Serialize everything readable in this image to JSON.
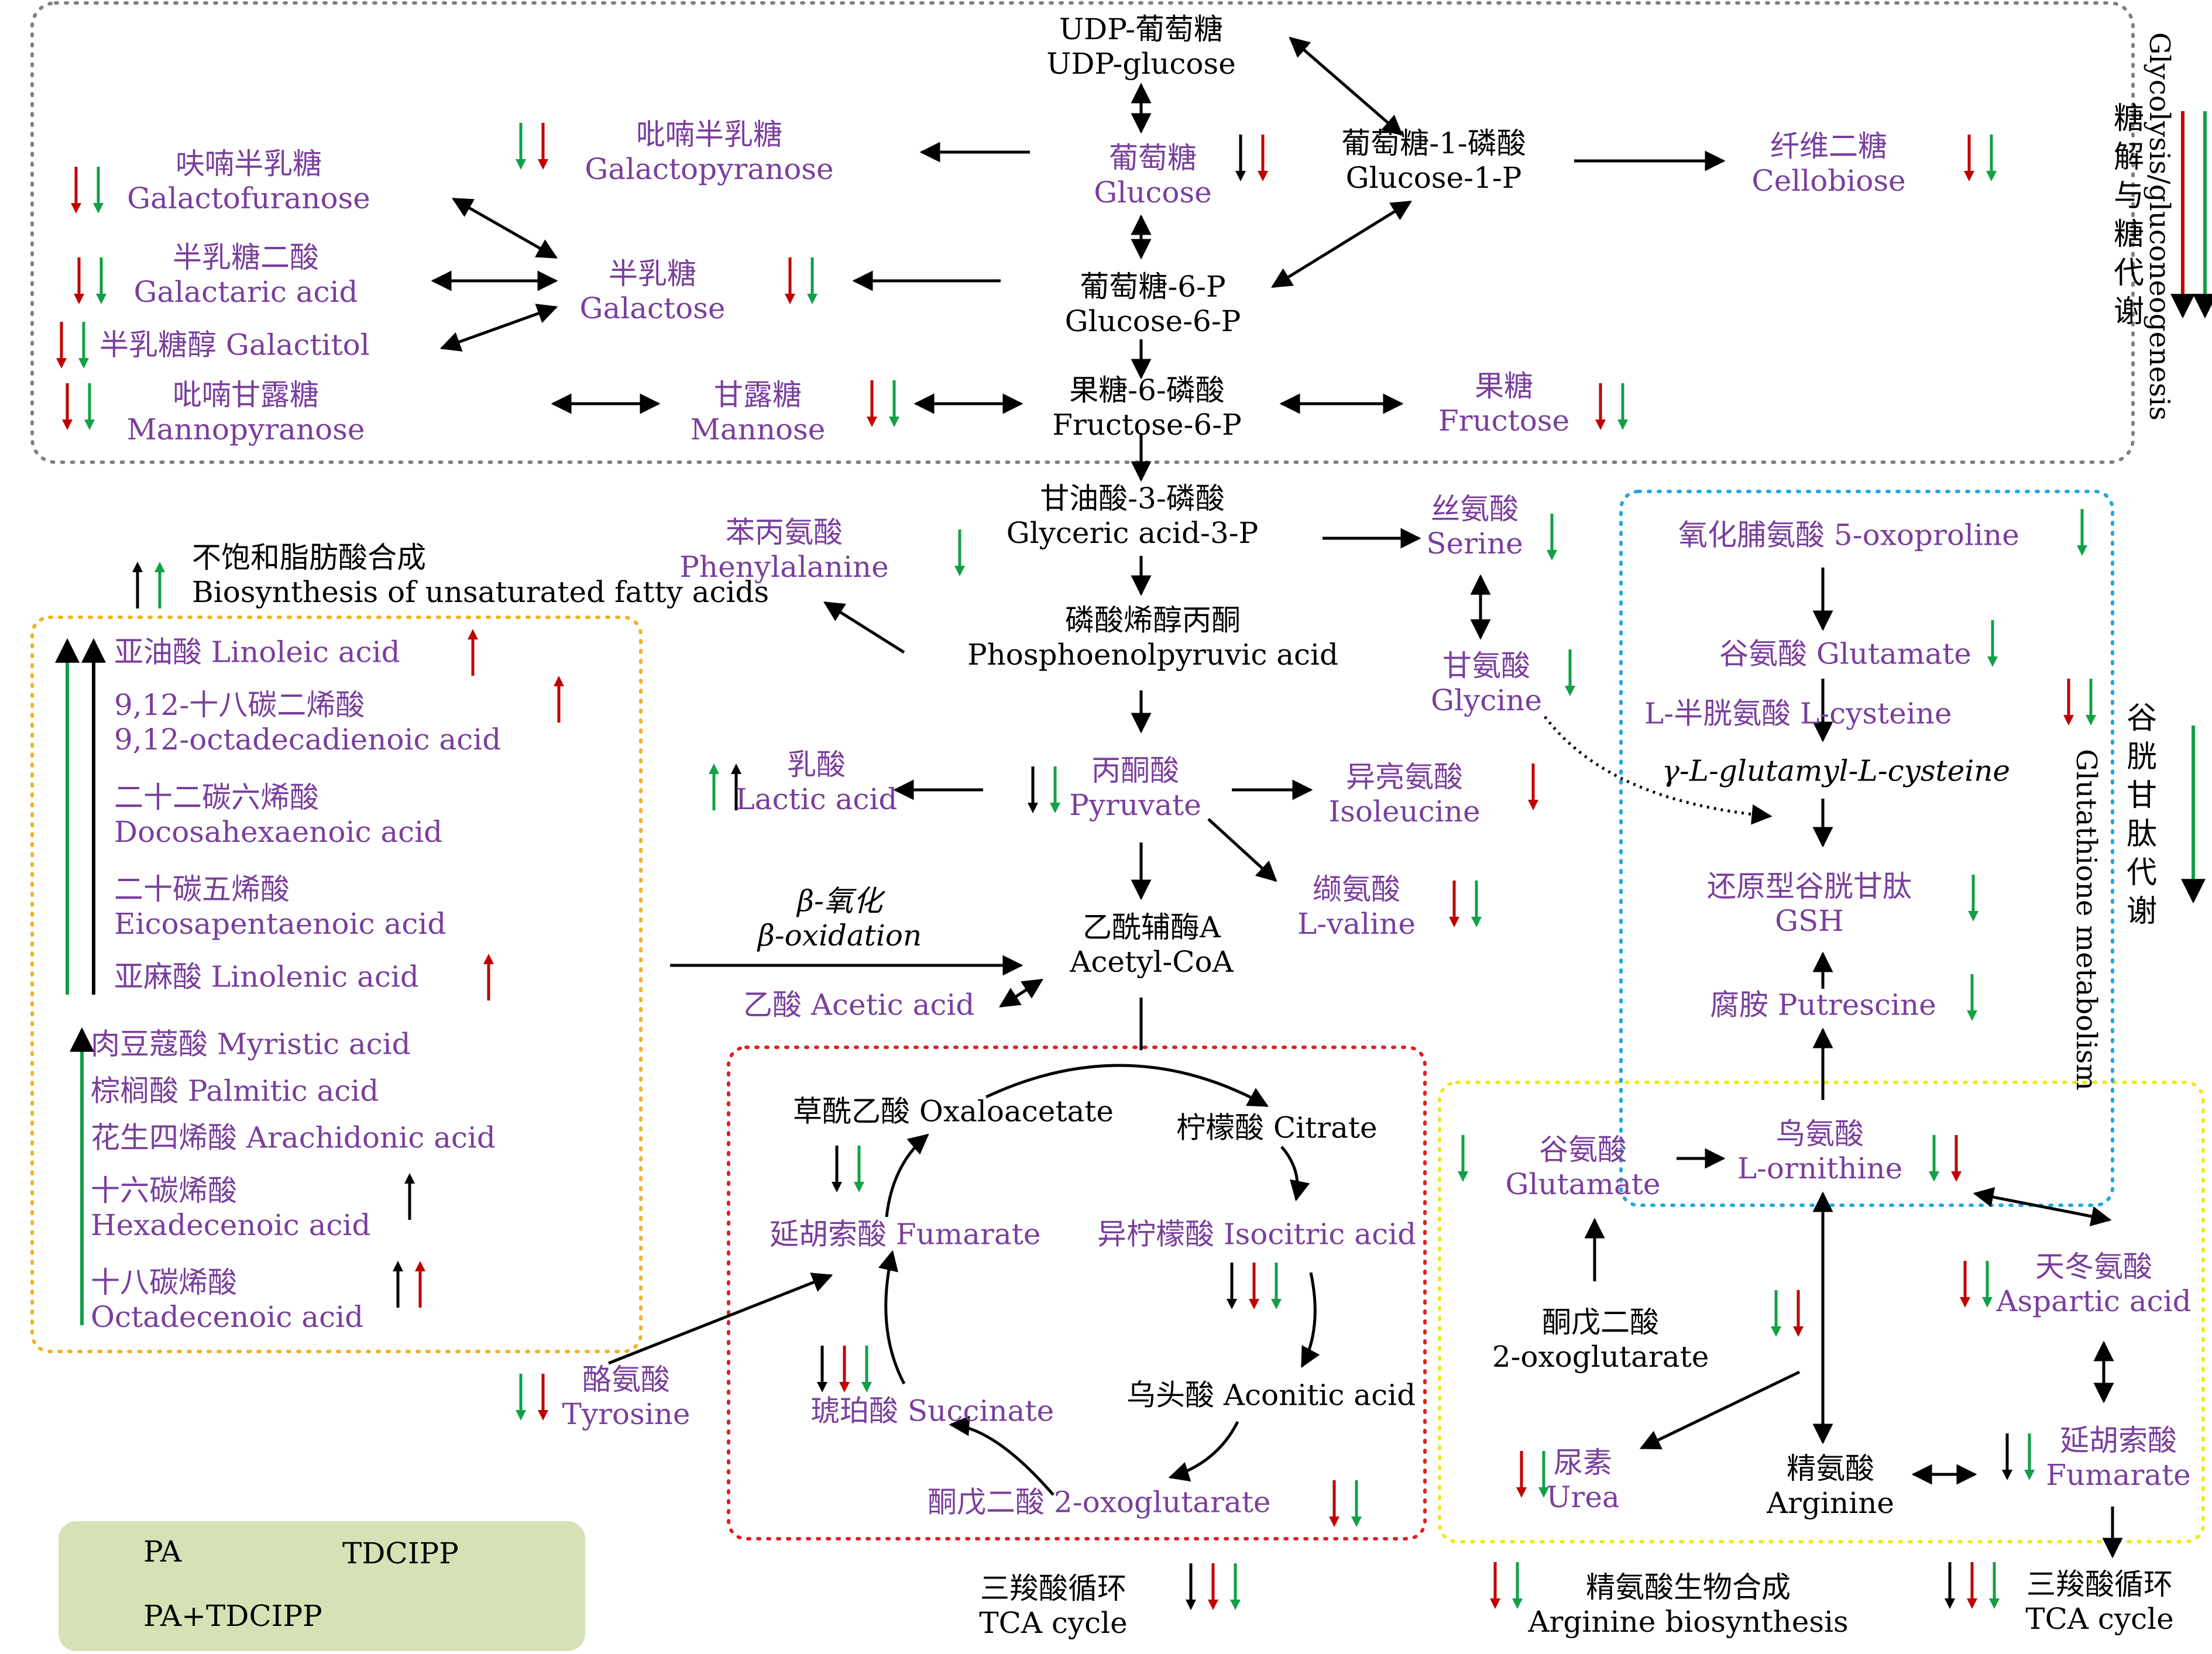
{
  "colors": {
    "metabolite": "#7a3e9d",
    "pa": "#000000",
    "tdcipp": "#c00000",
    "pa_tdcipp": "#12a046",
    "glycolysis_box": "#808080",
    "fatty_box": "#f2b21f",
    "tca_box": "#e02020",
    "arginine_box": "#f0e820",
    "glutathione_box": "#20a8e0"
  },
  "metabolites": {
    "udpglc_cn": "UDP-葡萄糖",
    "udpglc_en": "UDP-glucose",
    "glucose_cn": "葡萄糖",
    "glucose_en": "Glucose",
    "g1p_cn": "葡萄糖-1-磷酸",
    "g1p_en": "Glucose-1-P",
    "cellobiose_cn": "纤维二糖",
    "cellobiose_en": "Cellobiose",
    "galactopyr_cn": "吡喃半乳糖",
    "galactopyr_en": "Galactopyranose",
    "galactofur_cn": "呋喃半乳糖",
    "galactofur_en": "Galactofuranose",
    "galactaric_cn": "半乳糖二酸",
    "galactaric_en": "Galactaric acid",
    "galactitol": "半乳糖醇 Galactitol",
    "mannopyr_cn": "吡喃甘露糖",
    "mannopyr_en": "Mannopyranose",
    "galactose_cn": "半乳糖",
    "galactose_en": "Galactose",
    "g6p_cn": "葡萄糖-6-P",
    "g6p_en": "Glucose-6-P",
    "mannose_cn": "甘露糖",
    "mannose_en": "Mannose",
    "f6p_cn": "果糖-6-磷酸",
    "f6p_en": "Fructose-6-P",
    "fructose_cn": "果糖",
    "fructose_en": "Fructose",
    "g3p_cn": "甘油酸-3-磷酸",
    "g3p_en": "Glyceric acid-3-P",
    "serine_cn": "丝氨酸",
    "serine_en": "Serine",
    "phe_cn": "苯丙氨酸",
    "phe_en": "Phenylalanine",
    "pep_cn": "磷酸烯醇丙酮",
    "pep_en": "Phosphoenolpyruvic acid",
    "glycine_cn": "甘氨酸",
    "glycine_en": "Glycine",
    "ufa_cn": "不饱和脂肪酸合成",
    "ufa_en": "Biosynthesis of unsaturated fatty acids",
    "linoleic": "亚油酸 Linoleic acid",
    "oda_cn": "9,12-十八碳二烯酸",
    "oda_en": "9,12-octadecadienoic acid",
    "dha_cn": "二十二碳六烯酸",
    "dha_en": "Docosahexaenoic acid",
    "epa_cn": "二十碳五烯酸",
    "epa_en": "Eicosapentaenoic acid",
    "linolenic": "亚麻酸 Linolenic acid",
    "myristic": "肉豆蔻酸 Myristic acid",
    "palmitic": "棕榈酸 Palmitic acid",
    "arachidonic": "花生四烯酸 Arachidonic acid",
    "hexadec_cn": "十六碳烯酸",
    "hexadec_en": "Hexadecenoic acid",
    "octadec_cn": "十八碳烯酸",
    "octadec_en": "Octadecenoic acid",
    "lactic_cn": "乳酸",
    "lactic_en": "Lactic acid",
    "pyruvate_cn": "丙酮酸",
    "pyruvate_en": "Pyruvate",
    "ile_cn": "异亮氨酸",
    "ile_en": "Isoleucine",
    "val_cn": "缬氨酸",
    "val_en": "L-valine",
    "boxid_cn": "β-氧化",
    "boxid_en": "β-oxidation",
    "acetylcoa_cn": "乙酰辅酶A",
    "acetylcoa_en": "Acetyl-CoA",
    "acetic": "乙酸 Acetic acid",
    "oxaloacetate": "草酰乙酸 Oxaloacetate",
    "citrate": "柠檬酸 Citrate",
    "fumarate_tca": "延胡索酸 Fumarate",
    "isocitric": "异柠檬酸 Isocitric acid",
    "aconitic": "乌头酸 Aconitic acid",
    "succinate": "琥珀酸 Succinate",
    "oxoglut_tca": "酮戊二酸 2-oxoglutarate",
    "tyrosine_cn": "酪氨酸",
    "tyrosine_en": "Tyrosine",
    "oxoproline": "氧化脯氨酸 5-oxoproline",
    "glutamate_gsh": "谷氨酸 Glutamate",
    "cysteine": "L-半胱氨酸 L-cysteine",
    "gglc": "γ-L-glutamyl-L-cysteine",
    "gsh_cn": "还原型谷胱甘肽",
    "gsh_en": "GSH",
    "putrescine": "腐胺 Putrescine",
    "glutamate_cn": "谷氨酸",
    "glutamate_en": "Glutamate",
    "ornithine_cn": "鸟氨酸",
    "ornithine_en": "L-ornithine",
    "aspartic_cn": "天冬氨酸",
    "aspartic_en": "Aspartic acid",
    "oxoglut_cn": "酮戊二酸",
    "oxoglut_en": "2-oxoglutarate",
    "urea_cn": "尿素",
    "urea_en": "Urea",
    "arginine_cn": "精氨酸",
    "arginine_en": "Arginine",
    "fumarate_cn": "延胡索酸",
    "fumarate_en": "Fumarate"
  },
  "pathway_labels": {
    "glycolysis_en": "Glycolysis/gluconeogenesis",
    "glycolysis_cn": "糖\n解\n与\n糖\n代\n谢",
    "glutathione_en": "Glutathione metabolism",
    "glutathione_cn": "谷\n胱\n甘\n肽\n代\n谢",
    "tca_cn": "三羧酸循环",
    "tca_en": "TCA cycle",
    "arg_cn": "精氨酸生物合成",
    "arg_en": "Arginine biosynthesis",
    "tca2_cn": "三羧酸循环",
    "tca2_en": "TCA cycle"
  },
  "legend": {
    "pa": "PA",
    "tdcipp": "TDCIPP",
    "pa_tdcipp": "PA+TDCIPP"
  }
}
